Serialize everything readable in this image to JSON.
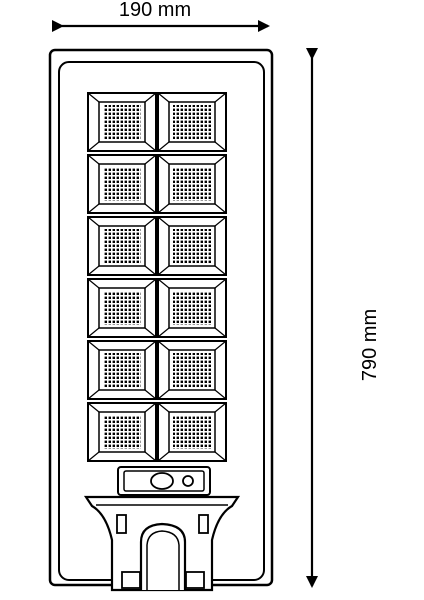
{
  "dimensions": {
    "width_label": "190 mm",
    "height_label": "790 mm"
  },
  "lamp": {
    "led_module_count": 12,
    "led_module_columns": 2,
    "led_module_rows": 6,
    "stroke_color": "#000000",
    "fill_color": "#ffffff"
  }
}
